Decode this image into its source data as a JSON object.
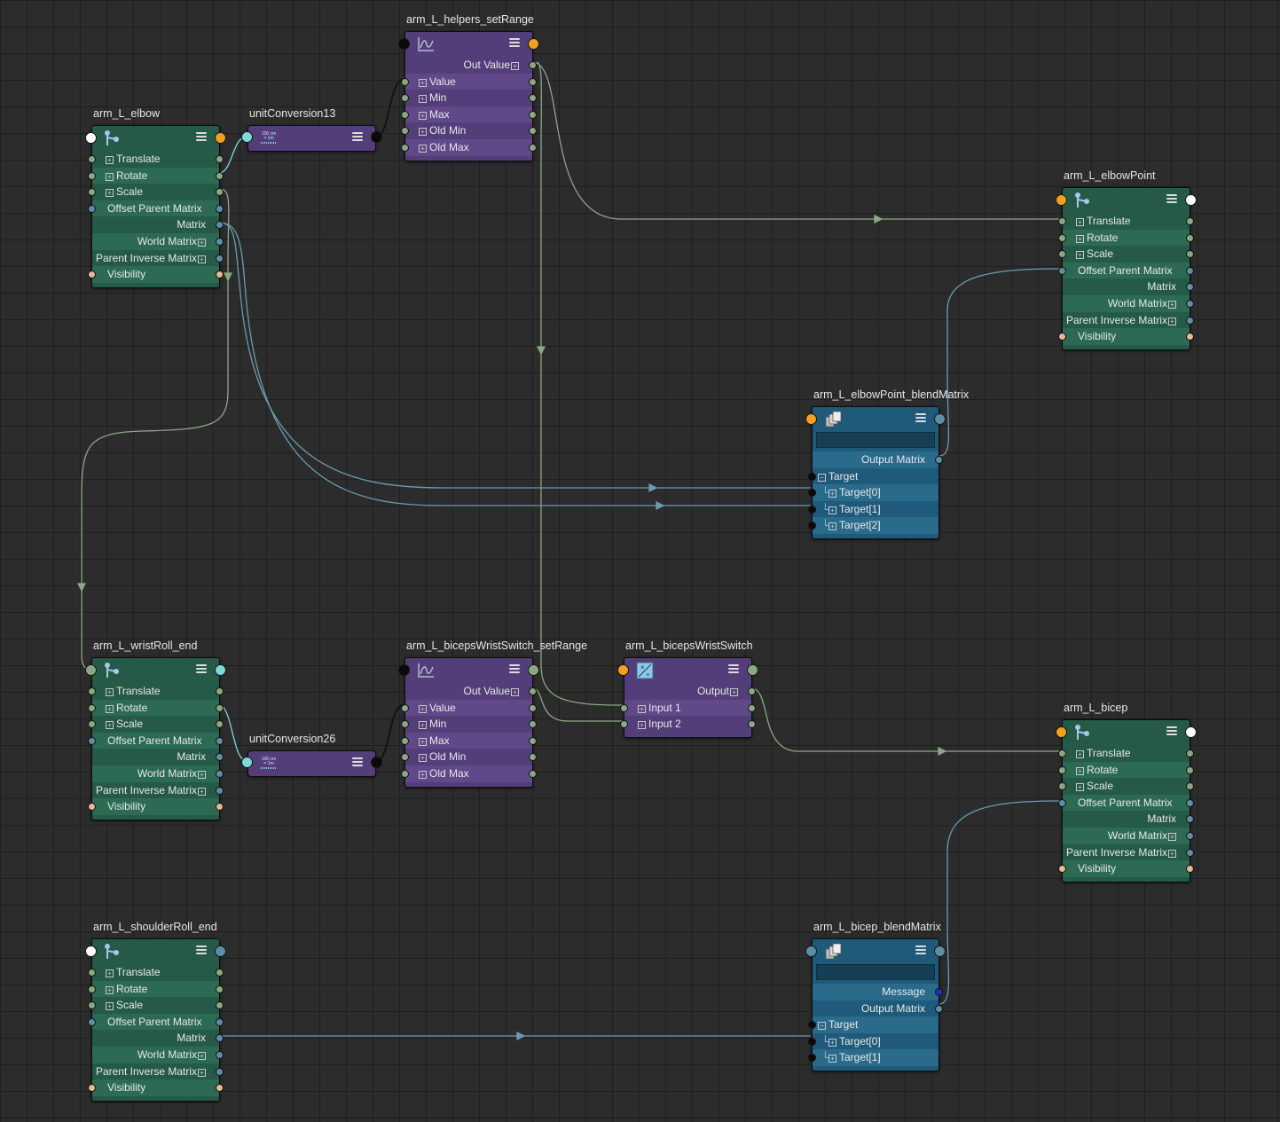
{
  "colors": {
    "background": "#2c2c2c",
    "grid": "#1f1f1f",
    "transform_node": "#245a47",
    "utility_node": "#533e79",
    "blend_node": "#1f5a7a",
    "wire_green": "#8aa884",
    "wire_blue": "#6a9cb0",
    "port_green": "#8aa884",
    "port_blue": "#5c8fa6",
    "port_peach": "#e8b898",
    "port_orange": "#f2a020",
    "port_white": "#ffffff",
    "port_black": "#0a0a0a",
    "port_cyan": "#7ed8dc",
    "port_navy": "#2030c0"
  },
  "nodes": {
    "arm_L_elbow": {
      "name": "arm_L_elbow",
      "icon": "joint-icon",
      "attrs": [
        "Translate",
        "Rotate",
        "Scale",
        "Offset Parent Matrix",
        "Matrix",
        "World Matrix",
        "Parent Inverse Matrix",
        "Visibility"
      ]
    },
    "unitConversion13": {
      "name": "unitConversion13",
      "icon": "unit-conversion-icon",
      "icon_text": "100 cm\n= 1m"
    },
    "arm_L_helpers_setRange": {
      "name": "arm_L_helpers_setRange",
      "icon": "curve-graph-icon",
      "attrs": [
        "Out Value",
        "Value",
        "Min",
        "Max",
        "Old Min",
        "Old Max"
      ]
    },
    "arm_L_elbowPoint": {
      "name": "arm_L_elbowPoint",
      "icon": "joint-icon",
      "attrs": [
        "Translate",
        "Rotate",
        "Scale",
        "Offset Parent Matrix",
        "Matrix",
        "World Matrix",
        "Parent Inverse Matrix",
        "Visibility"
      ]
    },
    "arm_L_elbowPoint_blendMatrix": {
      "name": "arm_L_elbowPoint_blendMatrix",
      "icon": "blend-matrix-icon",
      "attrs": [
        "Output Matrix",
        "Target",
        "Target[0]",
        "Target[1]",
        "Target[2]"
      ]
    },
    "arm_L_wristRoll_end": {
      "name": "arm_L_wristRoll_end",
      "icon": "joint-icon",
      "attrs": [
        "Translate",
        "Rotate",
        "Scale",
        "Offset Parent Matrix",
        "Matrix",
        "World Matrix",
        "Parent Inverse Matrix",
        "Visibility"
      ]
    },
    "unitConversion26": {
      "name": "unitConversion26",
      "icon": "unit-conversion-icon",
      "icon_text": "100 cm\n= 1m"
    },
    "arm_L_bicepsWristSwitch_setRange": {
      "name": "arm_L_bicepsWristSwitch_setRange",
      "icon": "curve-graph-icon",
      "attrs": [
        "Out Value",
        "Value",
        "Min",
        "Max",
        "Old Min",
        "Old Max"
      ]
    },
    "arm_L_bicepsWristSwitch": {
      "name": "arm_L_bicepsWristSwitch",
      "icon": "multiply-divide-icon",
      "attrs": [
        "Output",
        "Input 1",
        "Input 2"
      ]
    },
    "arm_L_bicep": {
      "name": "arm_L_bicep",
      "icon": "joint-icon",
      "attrs": [
        "Translate",
        "Rotate",
        "Scale",
        "Offset Parent Matrix",
        "Matrix",
        "World Matrix",
        "Parent Inverse Matrix",
        "Visibility"
      ]
    },
    "arm_L_shoulderRoll_end": {
      "name": "arm_L_shoulderRoll_end",
      "icon": "joint-icon",
      "attrs": [
        "Translate",
        "Rotate",
        "Scale",
        "Offset Parent Matrix",
        "Matrix",
        "World Matrix",
        "Parent Inverse Matrix",
        "Visibility"
      ]
    },
    "arm_L_bicep_blendMatrix": {
      "name": "arm_L_bicep_blendMatrix",
      "icon": "blend-matrix-icon",
      "attrs": [
        "Message",
        "Output Matrix",
        "Target",
        "Target[0]",
        "Target[1]"
      ]
    }
  }
}
